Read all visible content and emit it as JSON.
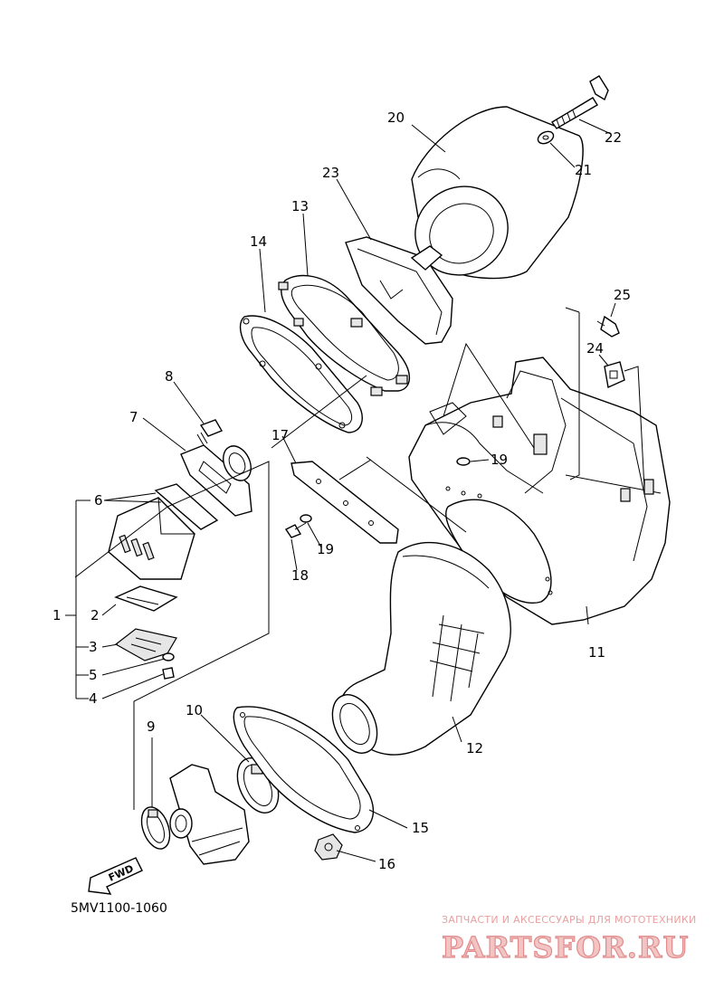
{
  "diagram": {
    "code": "5MV1100-1060",
    "fwd_label": "FWD",
    "callouts": [
      "1",
      "2",
      "3",
      "4",
      "5",
      "6",
      "7",
      "8",
      "9",
      "10",
      "11",
      "12",
      "13",
      "14",
      "15",
      "16",
      "17",
      "18",
      "19",
      "19",
      "20",
      "21",
      "22",
      "23",
      "24",
      "25"
    ]
  },
  "watermark": {
    "subtitle": "ЗАПЧАСТИ И АКСЕССУАРЫ ДЛЯ МОТОТЕХНИКИ",
    "logo": "PARTSFOR.RU"
  },
  "colors": {
    "line": "#000000",
    "watermark_text": "#e8a0a0",
    "watermark_logo_fill": "#f2c4c4"
  }
}
